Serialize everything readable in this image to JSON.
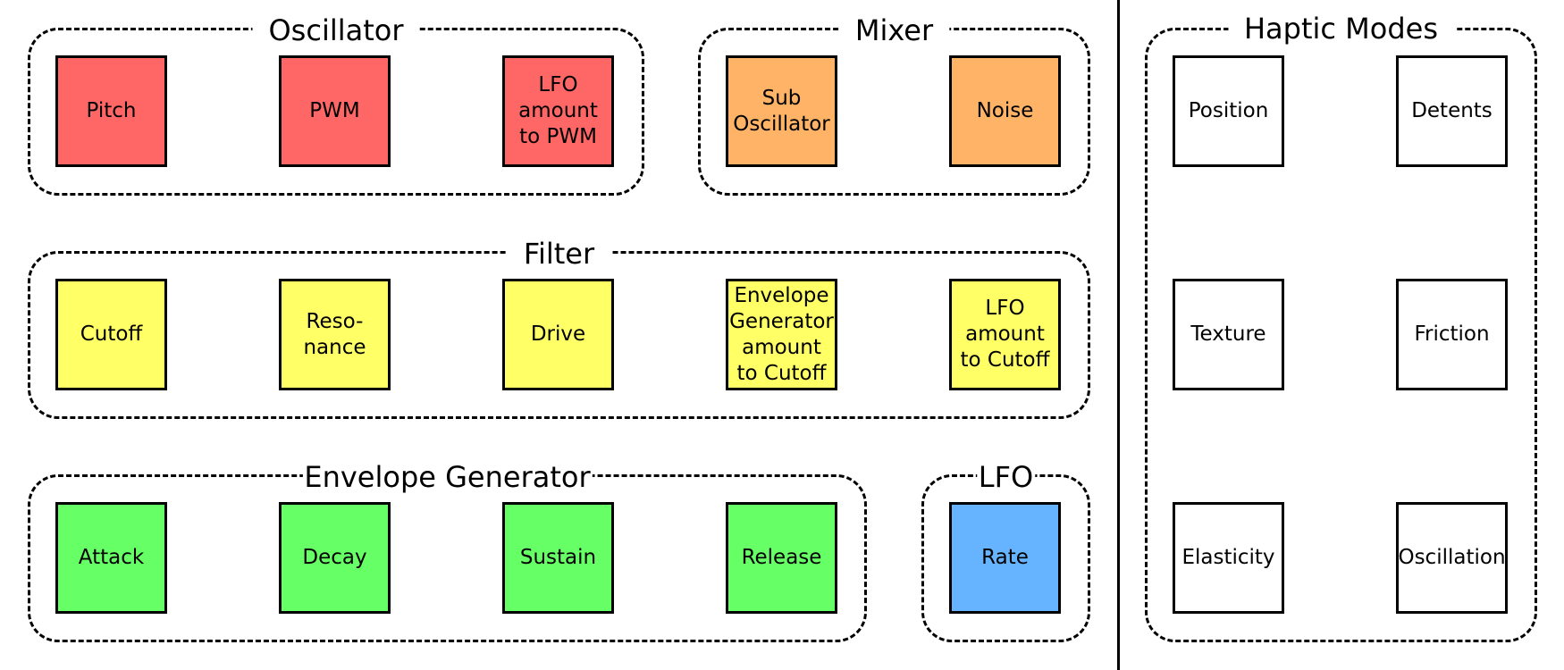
{
  "colors": {
    "oscillator": "#ff6666",
    "mixer": "#ffb366",
    "filter": "#ffff66",
    "envelope": "#66ff66",
    "lfo": "#66b3ff",
    "haptic": "#ffffff"
  },
  "oscillator": {
    "title": "Oscillator",
    "pitch": "Pitch",
    "pwm": "PWM",
    "lfo_pwm": "LFO\namount\nto PWM"
  },
  "mixer": {
    "title": "Mixer",
    "sub": "Sub\nOscillator",
    "noise": "Noise"
  },
  "filter": {
    "title": "Filter",
    "cutoff": "Cutoff",
    "resonance": "Reso-\nnance",
    "drive": "Drive",
    "env_cutoff": "Envelope\nGenerator\namount\nto Cutoff",
    "lfo_cutoff": "LFO\namount\nto Cutoff"
  },
  "envelope": {
    "title": "Envelope Generator",
    "attack": "Attack",
    "decay": "Decay",
    "sustain": "Sustain",
    "release": "Release"
  },
  "lfo": {
    "title": "LFO",
    "rate": "Rate"
  },
  "haptic": {
    "title": "Haptic Modes",
    "position": "Position",
    "detents": "Detents",
    "texture": "Texture",
    "friction": "Friction",
    "elasticity": "Elasticity",
    "oscillation": "Oscillation"
  }
}
